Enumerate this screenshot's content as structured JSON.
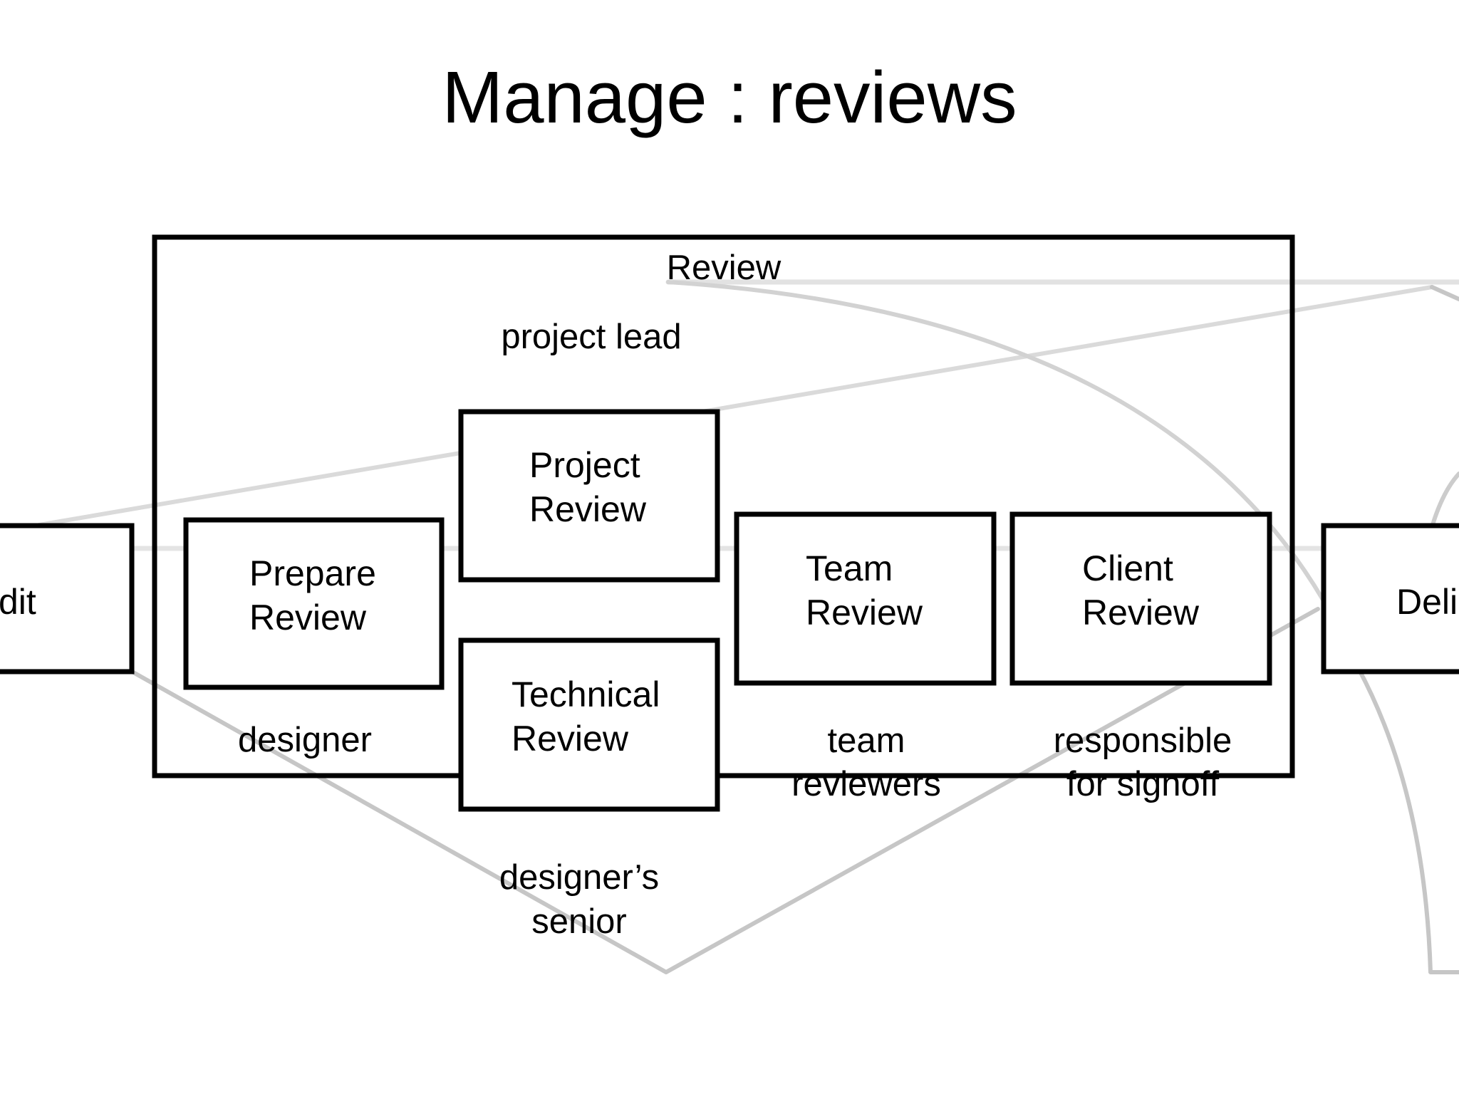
{
  "title": "Manage : reviews",
  "review_group": {
    "label": "Review",
    "role": "project lead"
  },
  "nodes": {
    "edit": {
      "label": "dit"
    },
    "prepare_review": {
      "label": [
        "Prepare",
        "Review"
      ],
      "role": "designer"
    },
    "project_review": {
      "label": [
        "Project",
        "Review"
      ]
    },
    "technical_review": {
      "label": [
        "Technical",
        "Review"
      ],
      "role": [
        "designer’s",
        "senior"
      ]
    },
    "team_review": {
      "label": [
        "Team",
        "Review"
      ],
      "role": [
        "team",
        "reviewers"
      ]
    },
    "client_review": {
      "label": [
        "Client",
        "Review"
      ],
      "role": [
        "responsible",
        "for signoff"
      ]
    },
    "deliver": {
      "label": "Deli"
    }
  },
  "colors": {
    "box_stroke": "#000000",
    "connector_light": "#e2e2e2",
    "connector_mid": "#c6c6c6",
    "background": "#ffffff"
  }
}
